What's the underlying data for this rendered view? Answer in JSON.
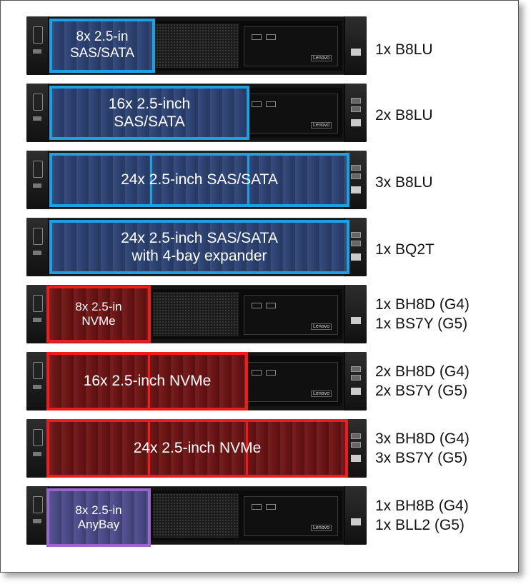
{
  "rows": [
    {
      "label": "8x 2.5-in\nSAS/SATA",
      "parts": "1x B8LU",
      "type": "sas"
    },
    {
      "label": "16x 2.5-inch\nSAS/SATA",
      "parts": "2x B8LU",
      "type": "sas"
    },
    {
      "label": "24x 2.5-inch SAS/SATA",
      "parts": "3x B8LU",
      "type": "sas"
    },
    {
      "label": "24x 2.5-inch SAS/SATA\nwith 4-bay expander",
      "parts": "1x BQ2T",
      "type": "sas"
    },
    {
      "label": "8x 2.5-in\nNVMe",
      "parts": "1x BH8D (G4)\n1x BS7Y (G5)",
      "type": "nvme"
    },
    {
      "label": "16x 2.5-inch NVMe",
      "parts": "2x BH8D (G4)\n2x BS7Y (G5)",
      "type": "nvme"
    },
    {
      "label": "24x 2.5-inch NVMe",
      "parts": "3x BH8D (G4)\n3x BS7Y (G5)",
      "type": "nvme"
    },
    {
      "label": "8x 2.5-in\nAnyBay",
      "parts": "1x BH8B (G4)\n1x BLL2 (G5)",
      "type": "any"
    }
  ],
  "server": {
    "brand_text": "Lenovo"
  },
  "colors": {
    "sas_border": "#1fa0e0",
    "nvme_border": "#ee1c1c",
    "anybay_border": "#9966cc"
  }
}
